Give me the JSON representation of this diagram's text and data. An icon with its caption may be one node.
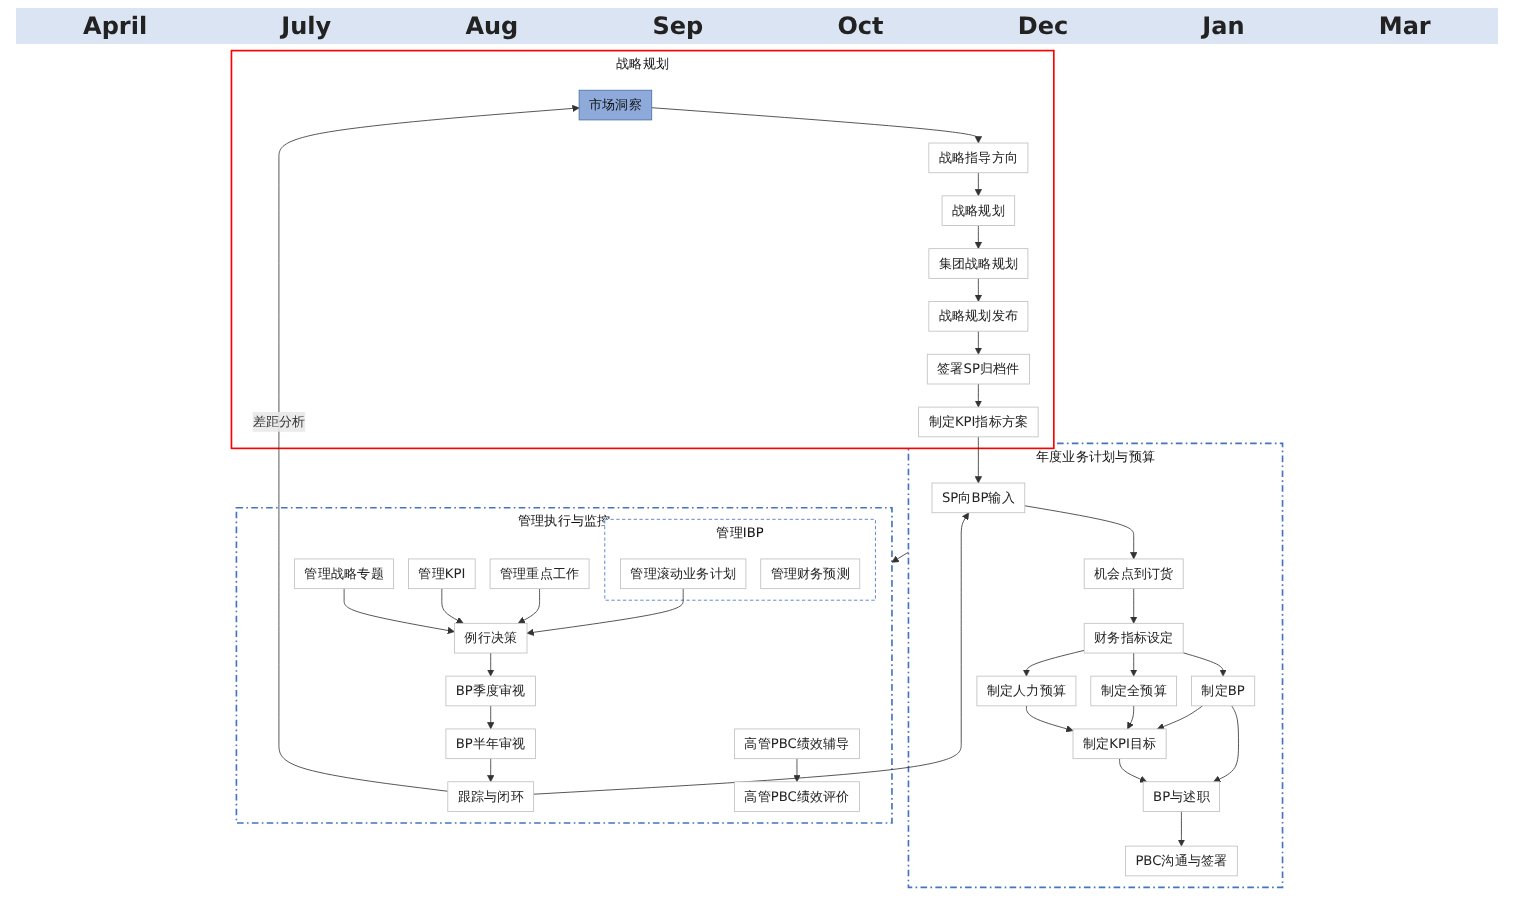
{
  "diagram": {
    "nodes": [
      {
        "text": [
          "战略规划"
        ]
      },
      {
        "text": [
          "市场洞察"
        ],
        "in": 0
      },
      {
        "text": [
          "战略指导方向"
        ],
        "in": 0
      },
      {
        "text": [
          "战略规划"
        ],
        "in": 0
      },
      {
        "text": [
          "集团战略规划"
        ],
        "in": 0
      },
      {
        "text": [
          "战略规划发布"
        ],
        "in": 0
      },
      {
        "text": [
          "签署SP归档件"
        ],
        "in": 0
      },
      {
        "text": [
          "制定KPI指标方案"
        ],
        "in": 0
      },
      {
        "text": [
          "年度业务计划与预算"
        ]
      },
      {
        "text": [
          "SP向BP输入"
        ],
        "in": 8
      },
      {
        "text": [
          "机会点到订货"
        ],
        "in": 8
      },
      {
        "text": [
          "财务指标设定"
        ],
        "in": 8
      },
      {
        "text": [
          "制定BP"
        ],
        "in": 8
      },
      {
        "text": [
          "制定全预算"
        ],
        "in": 8
      },
      {
        "text": [
          "制定人力预算"
        ],
        "in": 8
      },
      {
        "text": [
          "制定KPI目标"
        ],
        "in": 8
      },
      {
        "text": [
          "BP与述职"
        ],
        "in": 8
      },
      {
        "text": [
          "PBC沟通与签署"
        ],
        "in": 8
      },
      {
        "text": [
          "管理执行与监控"
        ]
      },
      {
        "text": [
          "管理IBP"
        ],
        "in": 18
      },
      {
        "text": [
          "管理滚动业务计划"
        ],
        "in": 19
      },
      {
        "text": [
          "管理财务预测"
        ],
        "in": 19
      },
      {
        "text": [
          "管理重点工作"
        ],
        "in": 18
      },
      {
        "text": [
          "管理KPI"
        ],
        "in": 18
      },
      {
        "text": [
          "管理战略专题"
        ],
        "in": 18
      },
      {
        "text": [
          "例行决策"
        ],
        "in": 18
      },
      {
        "text": [
          "BP季度审视"
        ],
        "in": 18
      },
      {
        "text": [
          "BP半年审视"
        ],
        "in": 18
      },
      {
        "text": [
          "跟踪与闭环"
        ],
        "in": 18
      },
      {
        "text": [
          "高管PBC绩效辅导"
        ],
        "in": 18
      },
      {
        "text": [
          "高管PBC绩效评价"
        ],
        "in": 18
      }
    ],
    "edges": [
      {
        "from": 1,
        "to": 2,
        "arrow": "to"
      },
      {
        "from": 2,
        "to": 3,
        "arrow": "to"
      },
      {
        "from": 3,
        "to": 4,
        "arrow": "to"
      },
      {
        "from": 4,
        "to": 5,
        "arrow": "to"
      },
      {
        "from": 5,
        "to": 6,
        "arrow": "to"
      },
      {
        "from": 6,
        "to": 7,
        "arrow": "to"
      },
      {
        "from": 7,
        "to": 9,
        "arrow": "to"
      },
      {
        "from": 9,
        "to": 10,
        "arrow": "to"
      },
      {
        "from": 10,
        "to": 11,
        "arrow": "to"
      },
      {
        "from": 11,
        "to": 12,
        "arrow": "to"
      },
      {
        "from": 11,
        "to": 13,
        "arrow": "to"
      },
      {
        "from": 11,
        "to": 14,
        "arrow": "to"
      },
      {
        "from": 12,
        "to": 16,
        "arrow": "to"
      },
      {
        "from": 12,
        "to": 15,
        "arrow": "to"
      },
      {
        "from": 13,
        "to": 15,
        "arrow": "to"
      },
      {
        "from": 14,
        "to": 15,
        "arrow": "to"
      },
      {
        "from": 15,
        "to": 16,
        "arrow": "to"
      },
      {
        "from": 16,
        "to": 17,
        "arrow": "to"
      },
      {
        "from": 8,
        "to": 18,
        "arrow": "to"
      },
      {
        "from": 20,
        "to": 25,
        "arrow": "to"
      },
      {
        "from": 22,
        "to": 25,
        "arrow": "to"
      },
      {
        "from": 23,
        "to": 25,
        "arrow": "to"
      },
      {
        "from": 24,
        "to": 25,
        "arrow": "to"
      },
      {
        "from": 25,
        "to": 26,
        "arrow": "to"
      },
      {
        "from": 26,
        "to": 27,
        "arrow": "to"
      },
      {
        "from": 27,
        "to": 28,
        "arrow": "to"
      },
      {
        "from": 29,
        "to": 30,
        "arrow": "to"
      },
      {
        "from": 28,
        "to": 1,
        "arrow": "to",
        "label": "差距分析"
      },
      {
        "from": 28,
        "to": 9,
        "arrow": "to"
      }
    ],
    "labels": [
      "April",
      "July",
      "Aug",
      "Sep",
      "Oct",
      "Dec",
      "Jan",
      "Mar"
    ]
  }
}
